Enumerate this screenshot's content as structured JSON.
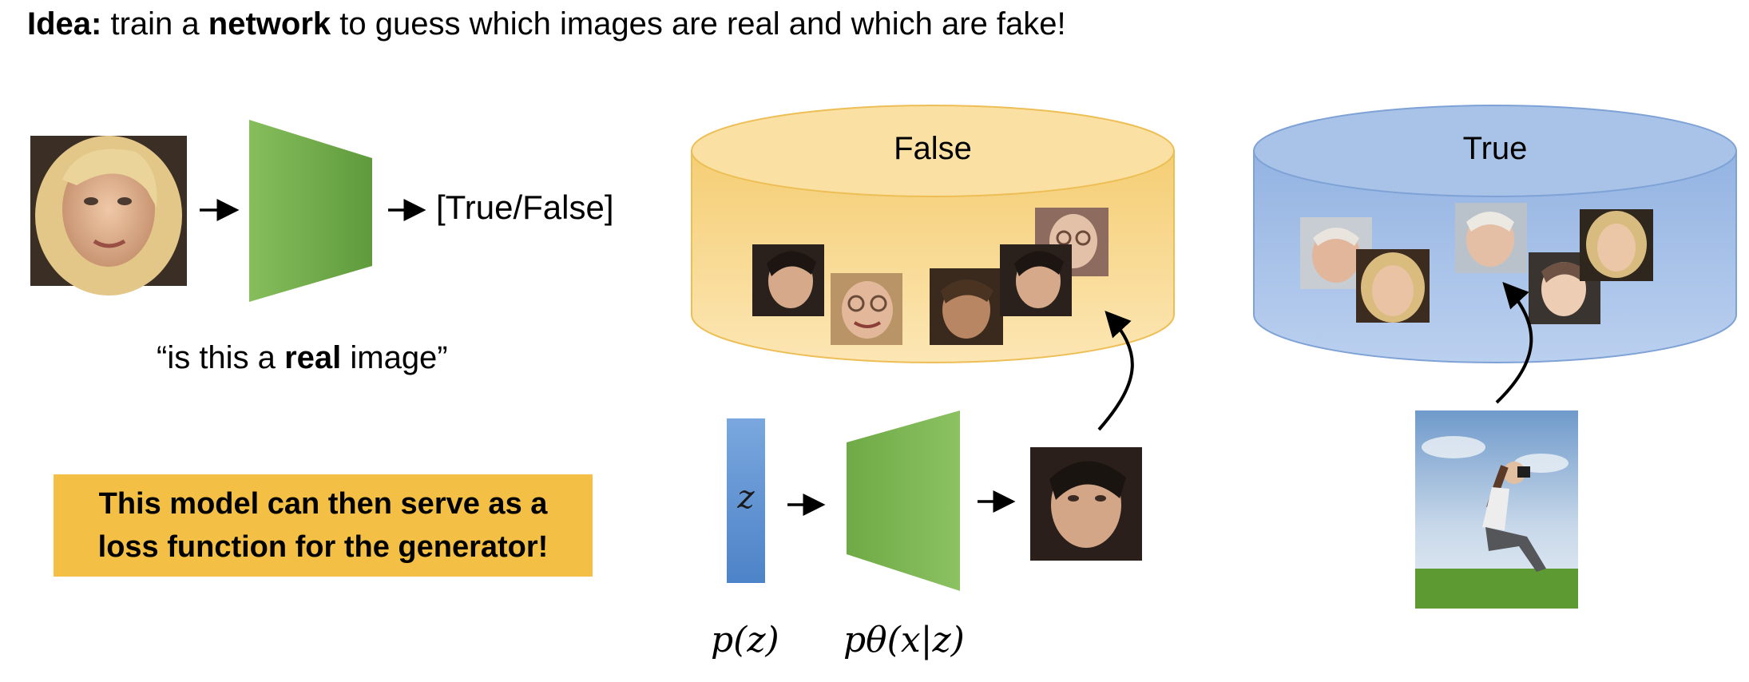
{
  "title": {
    "bold_lead": "Idea:",
    "text_before": "train a",
    "bold_word": "network",
    "text_after": "to guess which images are real and which are fake!"
  },
  "discriminator": {
    "output_label": "[True/False]",
    "caption_open": "“is this a",
    "caption_bold": "real",
    "caption_close": "image”"
  },
  "callout": {
    "line1": "This model can then serve as a",
    "line2": "loss function for the generator!",
    "color": "#F3BF45"
  },
  "false_bin": {
    "label": "False",
    "color": "#F9D98E"
  },
  "true_bin": {
    "label": "True",
    "color": "#A6C0E6"
  },
  "generator": {
    "latent_symbol": "z",
    "prior_label": "p(z)",
    "generator_label": "pθ(x|z)"
  },
  "colors": {
    "network_green": "#6FA84A",
    "latent_blue": "#5A8FD3"
  }
}
